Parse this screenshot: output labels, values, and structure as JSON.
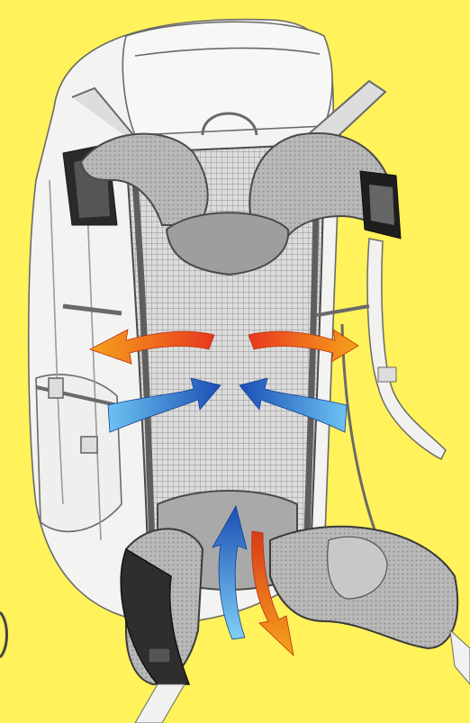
{
  "diagram": {
    "subject": "backpack-ventilation-back-system",
    "colors": {
      "background": "#FFF25A",
      "pack_body": "#F2F2F0",
      "outline": "#5A5A5A",
      "mesh_fill": "#D9D9D9",
      "mesh_line": "#6E6E6E",
      "foam_gray": "#9A9A9A",
      "foam_dark": "#4A4A4A",
      "strap_black": "#1E1E1E",
      "hot_air_red": "#E8381E",
      "hot_air_orange": "#F59A1C",
      "cool_air_blue": "#1E5FC8",
      "cool_air_light": "#5FB6F0"
    },
    "airflow": {
      "warm_air_out": {
        "direction": "outward",
        "count": 3,
        "color_role": "hot"
      },
      "cool_air_in": {
        "direction": "inward",
        "count": 3,
        "color_role": "cool"
      }
    },
    "icons": [
      "backpack-icon",
      "shoulder-strap-icon",
      "hip-belt-icon",
      "mesh-panel-icon",
      "airflow-arrow-icon"
    ]
  }
}
